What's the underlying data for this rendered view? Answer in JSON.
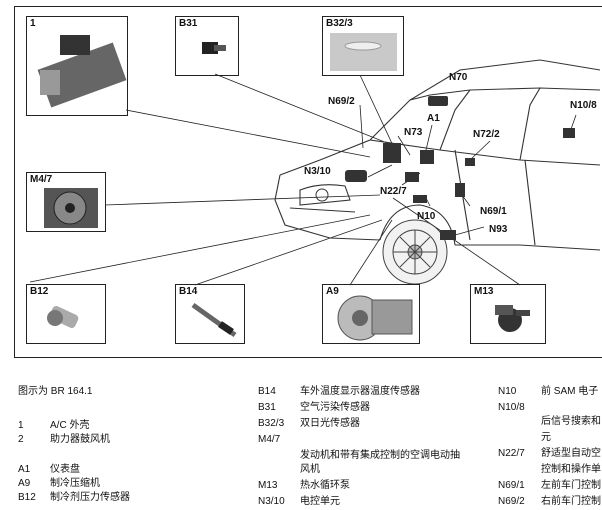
{
  "diagram": {
    "boxes": {
      "b1": "1",
      "b31": "B31",
      "b32": "B32/3",
      "m47": "M4/7",
      "b12": "B12",
      "b14": "B14",
      "a9": "A9",
      "m13": "M13"
    },
    "labels": {
      "n70": "N70",
      "n108": "N10/8",
      "n692": "N69/2",
      "a1": "A1",
      "n73": "N73",
      "n722": "N72/2",
      "n310": "N3/10",
      "n227": "N22/7",
      "n10": "N10",
      "n691": "N69/1",
      "n93": "N93"
    }
  },
  "legend": {
    "title": "图示为 BR 164.1",
    "col1": [
      {
        "code": "1",
        "text": "A/C 外壳"
      },
      {
        "code": "2",
        "text": "助力器鼓风机"
      },
      {
        "code": "A1",
        "text": "仪表盘"
      },
      {
        "code": "A9",
        "text": "制冷压缩机"
      },
      {
        "code": "B12",
        "text": "制冷剂压力传感器"
      }
    ],
    "col2": [
      {
        "code": "B14",
        "text": "车外温度显示器温度传感器"
      },
      {
        "code": "B31",
        "text": "空气污染传感器"
      },
      {
        "code": "B32/3",
        "text": "双日光传感器"
      },
      {
        "code": "M4/7",
        "text": "发动机和带有集成控制的空调电动抽"
      },
      {
        "code": "",
        "text": "风机"
      },
      {
        "code": "M13",
        "text": "热水循环泵"
      },
      {
        "code": "N3/10",
        "text": "电控单元"
      }
    ],
    "col3": [
      {
        "code": "N10",
        "text": "前 SAM 电子"
      },
      {
        "code": "N10/8",
        "text": "后信号搜索和"
      },
      {
        "code": "",
        "text": "元"
      },
      {
        "code": "N22/7",
        "text": "舒适型自动空"
      },
      {
        "code": "",
        "text": "控制和操作单"
      },
      {
        "code": "N69/1",
        "text": "左前车门控制"
      },
      {
        "code": "N69/2",
        "text": "右前车门控制"
      }
    ]
  }
}
